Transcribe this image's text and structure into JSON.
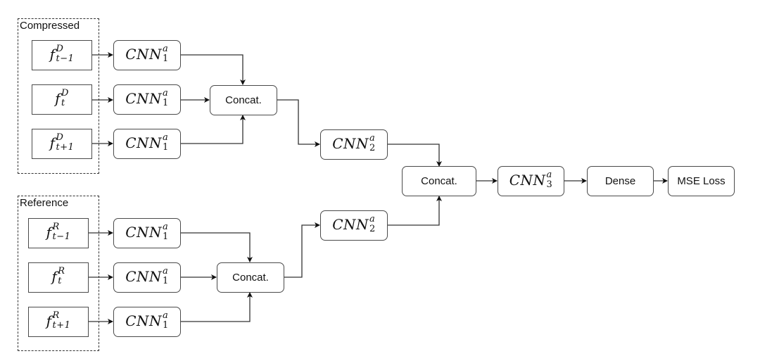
{
  "groups": {
    "compressed": {
      "label": "Compressed"
    },
    "reference": {
      "label": "Reference"
    }
  },
  "nodes": {
    "fD_tm1": {
      "base": "f",
      "sup": "D",
      "sub": "t−1"
    },
    "fD_t": {
      "base": "f",
      "sup": "D",
      "sub": "t"
    },
    "fD_tp1": {
      "base": "f",
      "sup": "D",
      "sub": "t+1"
    },
    "fR_tm1": {
      "base": "f",
      "sup": "R",
      "sub": "t−1"
    },
    "fR_t": {
      "base": "f",
      "sup": "R",
      "sub": "t"
    },
    "fR_tp1": {
      "base": "f",
      "sup": "R",
      "sub": "t+1"
    },
    "cnn1": {
      "base": "CNN",
      "sup": "a",
      "sub": "1"
    },
    "cnn2": {
      "base": "CNN",
      "sup": "a",
      "sub": "2"
    },
    "cnn3": {
      "base": "CNN",
      "sup": "a",
      "sub": "3"
    },
    "concat": {
      "label": "Concat."
    },
    "dense": {
      "label": "Dense"
    },
    "mse": {
      "label": "MSE Loss"
    }
  },
  "colors": {
    "stroke": "#4a4a4a",
    "arrow": "#111111",
    "text": "#111111",
    "background": "#ffffff"
  }
}
